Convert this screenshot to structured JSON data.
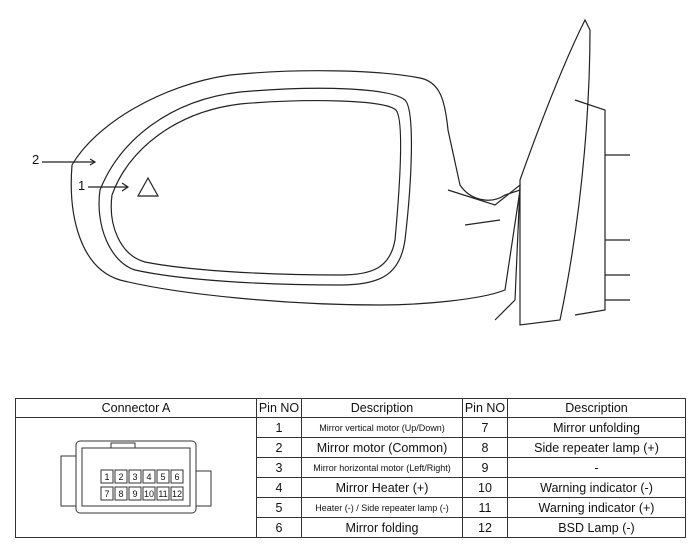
{
  "callouts": [
    {
      "label": "2"
    },
    {
      "label": "1"
    }
  ],
  "table": {
    "headers": [
      "Connector A",
      "Pin NO",
      "Description",
      "Pin NO",
      "Description"
    ],
    "connector_pins": [
      "1",
      "2",
      "3",
      "4",
      "5",
      "6",
      "7",
      "8",
      "9",
      "10",
      "11",
      "12"
    ],
    "rows": [
      {
        "pin_a": "1",
        "desc_a": "Mirror vertical motor (Up/Down)",
        "pin_b": "7",
        "desc_b": "Mirror unfolding"
      },
      {
        "pin_a": "2",
        "desc_a": "Mirror motor (Common)",
        "pin_b": "8",
        "desc_b": "Side repeater lamp (+)"
      },
      {
        "pin_a": "3",
        "desc_a": "Mirror horizontal motor (Left/Right)",
        "pin_b": "9",
        "desc_b": "-"
      },
      {
        "pin_a": "4",
        "desc_a": "Mirror Heater (+)",
        "pin_b": "10",
        "desc_b": "Warning indicator (-)"
      },
      {
        "pin_a": "5",
        "desc_a": "Heater (-) / Side repeater lamp (-)",
        "pin_b": "11",
        "desc_b": "Warning indicator (+)"
      },
      {
        "pin_a": "6",
        "desc_a": "Mirror folding",
        "pin_b": "12",
        "desc_b": "BSD Lamp (-)"
      }
    ]
  }
}
